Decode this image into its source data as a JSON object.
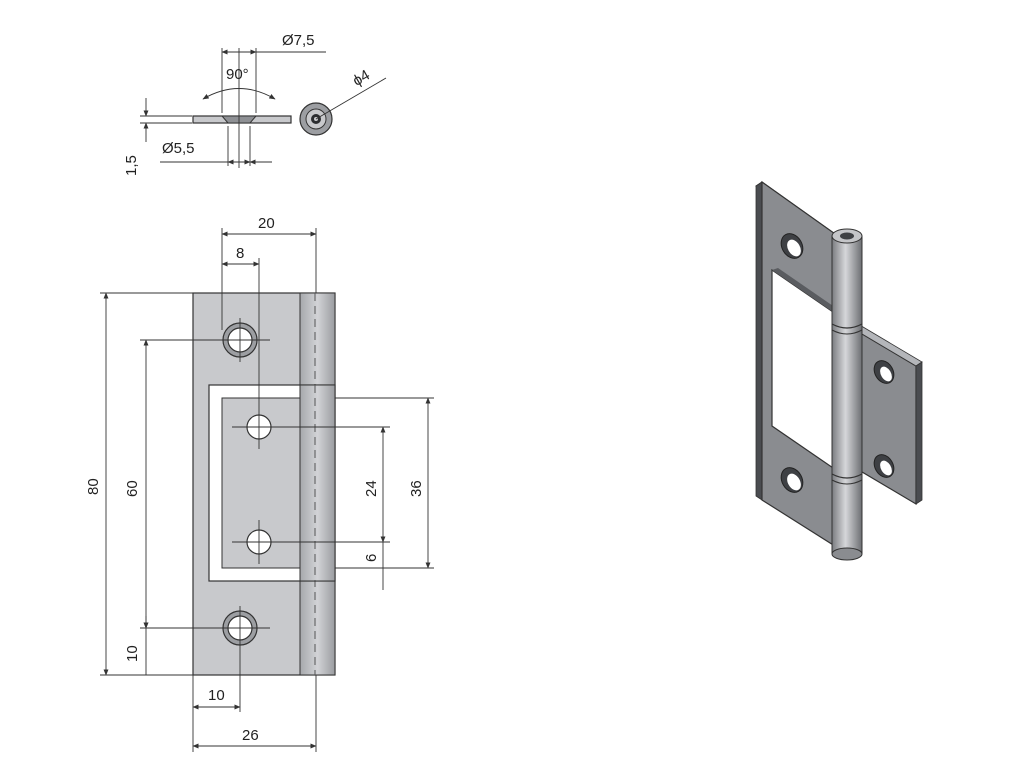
{
  "top_view": {
    "dia_outer": "Ø7,5",
    "angle": "90°",
    "dia_pin": "ϕ4",
    "dia_hole": "Ø5,5",
    "thickness": "1,5"
  },
  "front_view": {
    "width_outer": "20",
    "hole_offset": "8",
    "height_total": "80",
    "hole_spacing_outer": "60",
    "hole_spacing_inner": "24",
    "cutout_height": "36",
    "inner_offset": "6",
    "bottom_offset": "10",
    "bottom_hole_offset": "10",
    "total_width": "26"
  },
  "colors": {
    "plate": "#c8c9cc",
    "plate_dark": "#9c9ea2",
    "iso_face": "#8a8c90",
    "iso_edge": "#3e4044",
    "line": "#333333"
  }
}
